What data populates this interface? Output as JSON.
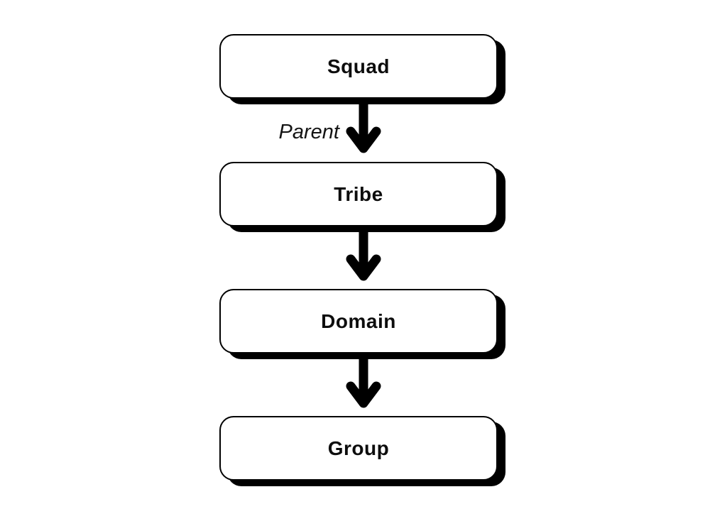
{
  "diagram": {
    "background_color": "#ffffff",
    "node_fill_color": "#ffffff",
    "stroke_color": "#000000",
    "shadow_color": "#000000",
    "nodes": [
      {
        "label": "Squad"
      },
      {
        "label": "Tribe"
      },
      {
        "label": "Domain"
      },
      {
        "label": "Group"
      }
    ],
    "edges": [
      {
        "from": "Squad",
        "to": "Tribe",
        "label": "Parent"
      },
      {
        "from": "Tribe",
        "to": "Domain",
        "label": ""
      },
      {
        "from": "Domain",
        "to": "Group",
        "label": ""
      }
    ],
    "edge_label": "Parent"
  }
}
